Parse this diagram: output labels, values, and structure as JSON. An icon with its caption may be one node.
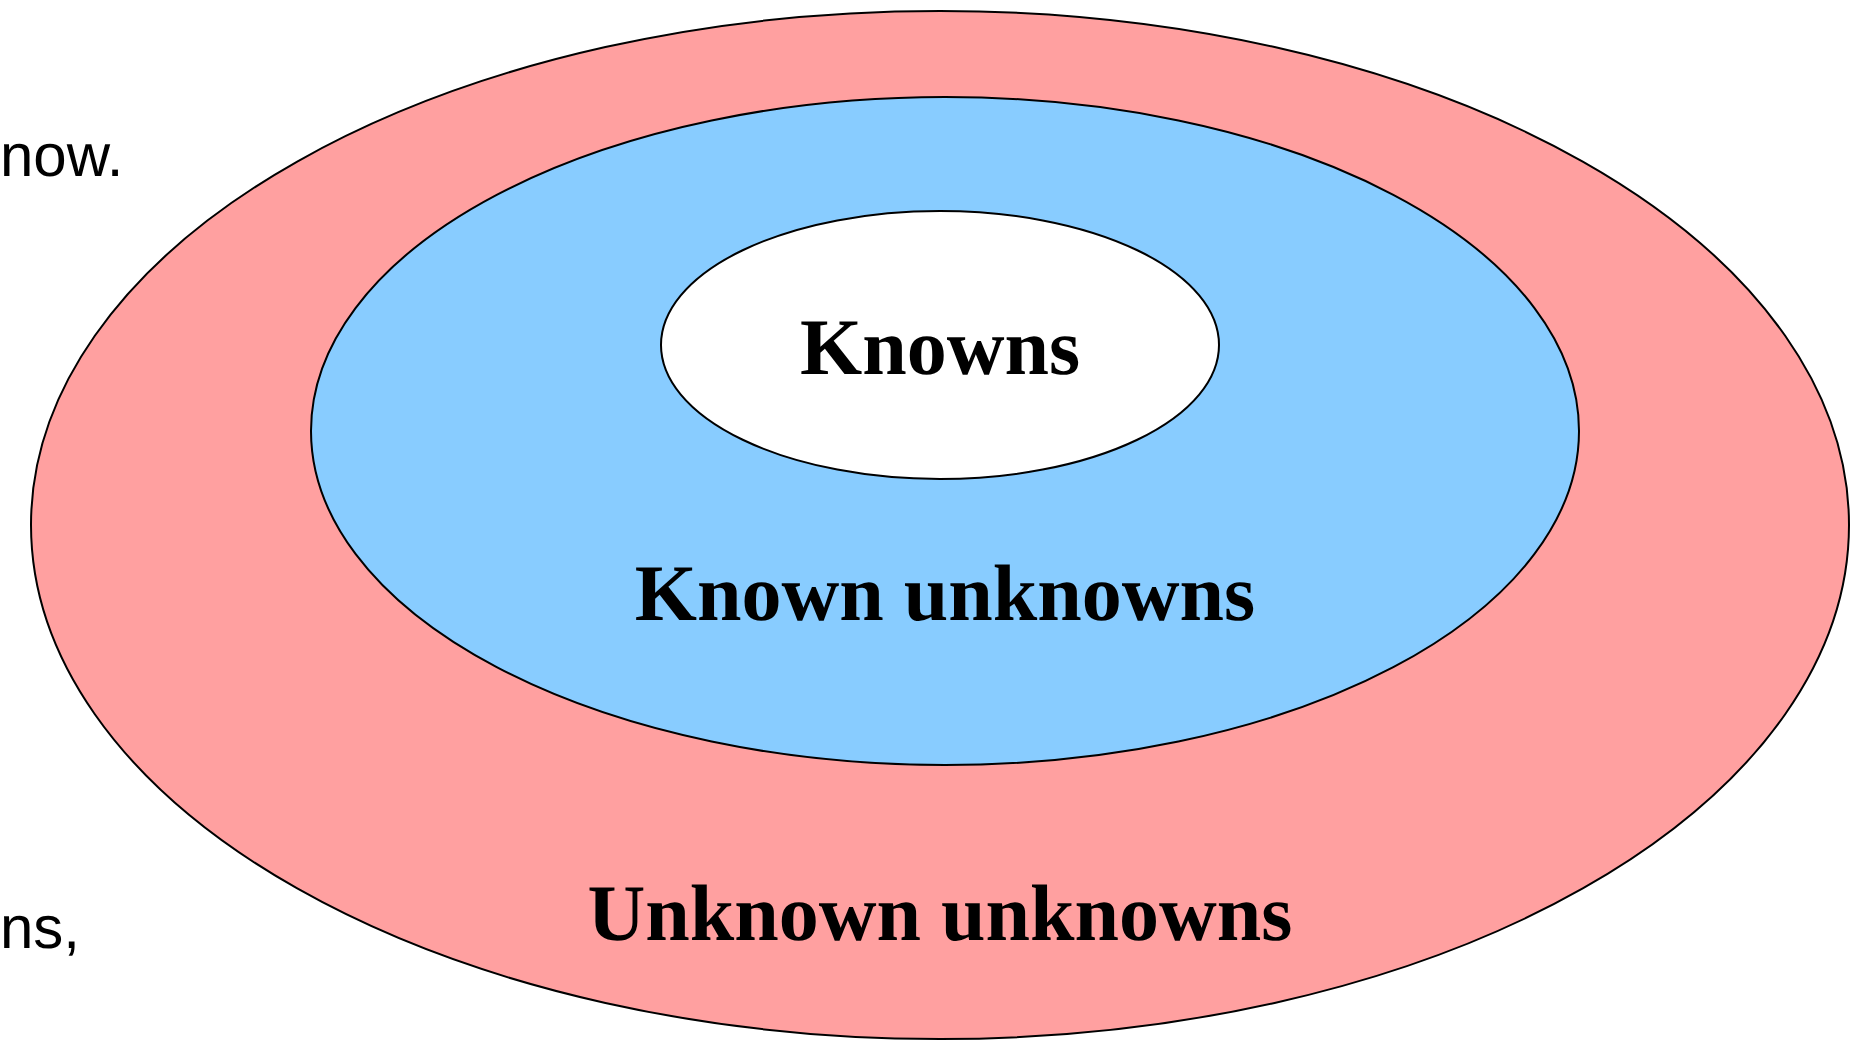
{
  "diagram": {
    "nodes": [
      {
        "text": [
          "Unknown unknowns"
        ]
      },
      {
        "text": [
          "Known unknowns"
        ],
        "in": 0
      },
      {
        "text": [
          "Knowns"
        ],
        "in": 1
      }
    ],
    "labels": [
      "now.",
      "ns,"
    ]
  }
}
